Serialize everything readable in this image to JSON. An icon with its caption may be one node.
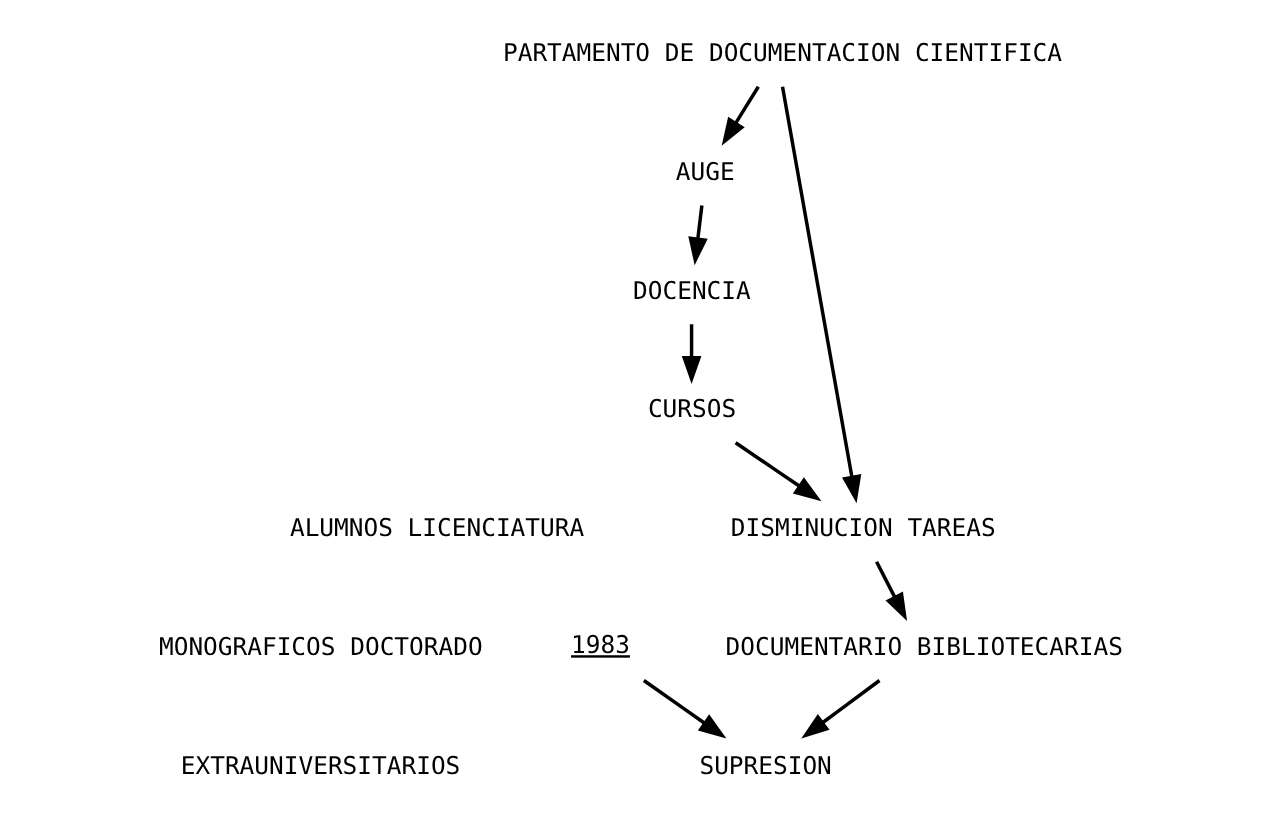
{
  "diagram": {
    "nodes": [
      {
        "text": [
          "PARTAMENTO DE DOCUMENTACION CIENTIFICA"
        ]
      },
      {
        "text": [
          "AUGE"
        ]
      },
      {
        "text": [
          "DOCENCIA"
        ]
      },
      {
        "text": [
          "CURSOS"
        ]
      },
      {
        "text": [
          "DISMINUCION TAREAS"
        ]
      },
      {
        "text": [
          "DOCUMENTARIO BIBLIOTECARIAS"
        ]
      },
      {
        "text": [
          "SUPRESION"
        ]
      },
      {
        "text": [
          "1983"
        ]
      }
    ],
    "edges": [
      {
        "from": 0,
        "to": 1,
        "arrow": "to"
      },
      {
        "from": 0,
        "to": 4,
        "arrow": "to"
      },
      {
        "from": 1,
        "to": 2,
        "arrow": "to"
      },
      {
        "from": 2,
        "to": 3,
        "arrow": "to"
      },
      {
        "from": 3,
        "to": 4,
        "arrow": "to"
      },
      {
        "from": 4,
        "to": 5,
        "arrow": "to"
      },
      {
        "from": 5,
        "to": 6,
        "arrow": "to"
      },
      {
        "from": 7,
        "to": 6,
        "arrow": "to"
      }
    ],
    "labels": [
      "ALUMNOS LICENCIATURA",
      "MONOGRAFICOS DOCTORADO",
      "EXTRAUNIVERSITARIOS"
    ]
  }
}
